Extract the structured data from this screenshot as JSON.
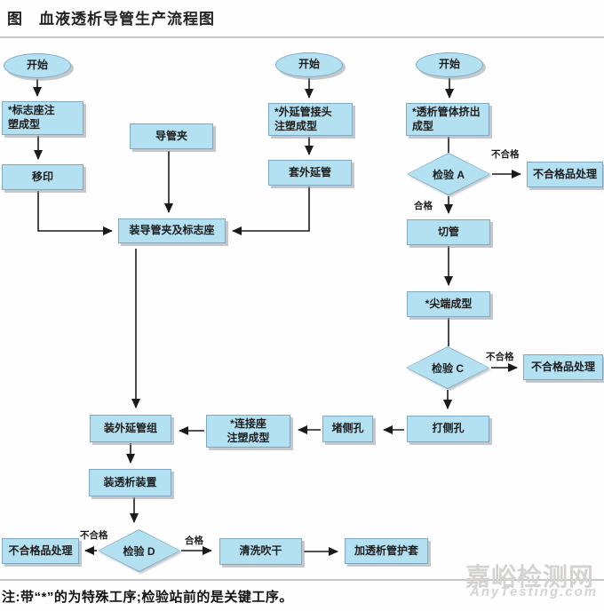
{
  "page": {
    "title": "图　血液透析导管生产流程图",
    "note": "注:带“*”的为特殊工序;检验站前的是关键工序。",
    "watermark": {
      "cn": "嘉峪检测网",
      "en": "AnyTesting.com"
    }
  },
  "colors": {
    "node_fill": "#b3e1f2",
    "node_border": "#7fa8c2",
    "node_shadow": "#949ba3",
    "arrow": "#1a1a1a",
    "separator": "#c6c6c6",
    "watermark": "#d6d2d2"
  },
  "flowchart": {
    "nodes": [
      {
        "id": "start-1",
        "type": "ellipse",
        "label": "开始"
      },
      {
        "id": "mark-seat-molding",
        "type": "process",
        "label": "*标志座注\n塑成型"
      },
      {
        "id": "pad-printing",
        "type": "process",
        "label": "移印"
      },
      {
        "id": "catheter-clamp",
        "type": "process",
        "label": "导管夹"
      },
      {
        "id": "assemble-clamp-seat",
        "type": "process",
        "label": "装导管夹及标志座"
      },
      {
        "id": "start-2",
        "type": "ellipse",
        "label": "开始"
      },
      {
        "id": "ext-tube-joint-molding",
        "type": "process",
        "label": "*外延管接头\n注塑成型"
      },
      {
        "id": "sleeve-ext-tube",
        "type": "process",
        "label": "套外延管"
      },
      {
        "id": "start-3",
        "type": "ellipse",
        "label": "开始"
      },
      {
        "id": "body-extrusion",
        "type": "process",
        "label": "*透析管体挤出\n成型"
      },
      {
        "id": "check-a",
        "type": "decision",
        "label": "检验 A"
      },
      {
        "id": "reject-1",
        "type": "process",
        "label": "不合格品处理"
      },
      {
        "id": "cut-tube",
        "type": "process",
        "label": "切管"
      },
      {
        "id": "tip-forming",
        "type": "process",
        "label": "*尖端成型"
      },
      {
        "id": "check-c",
        "type": "decision",
        "label": "检验 C"
      },
      {
        "id": "reject-2",
        "type": "process",
        "label": "不合格品处理"
      },
      {
        "id": "punch-side-hole",
        "type": "process",
        "label": "打侧孔"
      },
      {
        "id": "plug-side-hole",
        "type": "process",
        "label": "堵侧孔"
      },
      {
        "id": "connector-molding",
        "type": "process",
        "label": "*连接座\n注塑成型"
      },
      {
        "id": "assemble-ext-tube-group",
        "type": "process",
        "label": "装外延管组"
      },
      {
        "id": "assemble-dialysis-device",
        "type": "process",
        "label": "装透析装置"
      },
      {
        "id": "check-d",
        "type": "decision",
        "label": "检验 D"
      },
      {
        "id": "reject-3",
        "type": "process",
        "label": "不合格品处理"
      },
      {
        "id": "wash-dry",
        "type": "process",
        "label": "清洗吹干"
      },
      {
        "id": "add-sheath",
        "type": "process",
        "label": "加透析管护套"
      }
    ],
    "edge_labels": {
      "a_fail": "不合格",
      "a_pass": "合格",
      "c_fail": "不合格",
      "d_fail": "不合格",
      "d_pass": "合格"
    }
  }
}
